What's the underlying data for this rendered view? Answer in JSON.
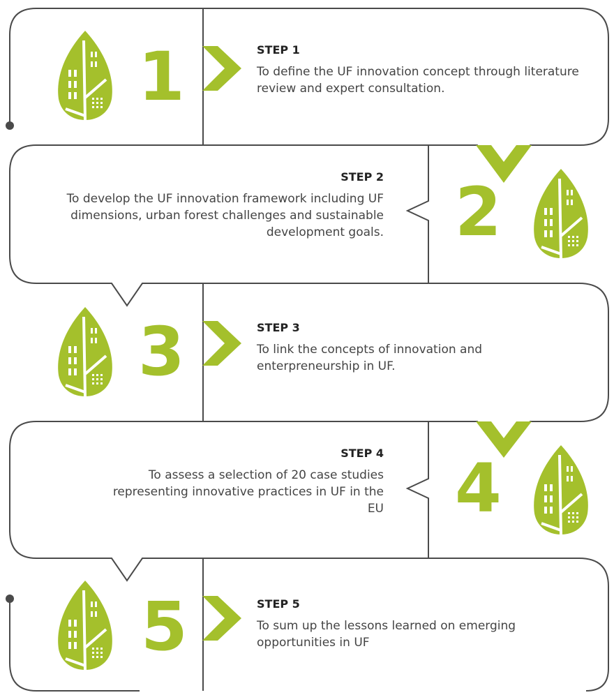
{
  "steps": [
    {
      "number": "1",
      "title": "STEP 1",
      "text": "To define the UF innovation concept through literature review and expert consultation."
    },
    {
      "number": "2",
      "title": "STEP 2",
      "text": "To develop the UF innovation framework including UF dimensions, urban forest challenges and sustainable development goals."
    },
    {
      "number": "3",
      "title": "STEP 3",
      "text": "To link the concepts of innovation and enterpreneurship in UF."
    },
    {
      "number": "4",
      "title": "STEP 4",
      "text": "To assess a selection of 20 case studies representing innovative practices in UF in the EU"
    },
    {
      "number": "5",
      "title": "STEP 5",
      "text": "To sum up the lessons learned on emerging opportunities in UF"
    }
  ],
  "colors": {
    "accent": "#a4c02c",
    "line": "#4a4a4a",
    "text": "#444444"
  },
  "icons": {
    "leaf": "leaf-building-icon",
    "chevron": "chevron-arrow-icon"
  }
}
